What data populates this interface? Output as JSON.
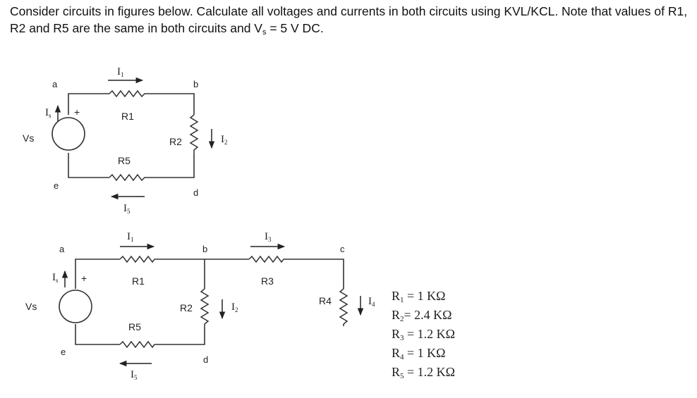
{
  "problem": {
    "text_pre": "Consider circuits in figures below. Calculate all voltages and currents in both circuits using KVL/KCL. Note that values of R1, R2 and R5 are the same in both circuits and V",
    "text_sub": "s",
    "text_post": " = 5 V DC."
  },
  "circuit1": {
    "nodes": {
      "a": "a",
      "b": "b",
      "d": "d",
      "e": "e"
    },
    "source": "Vs",
    "plus": "+",
    "resistors": {
      "r1": "R1",
      "r2": "R2",
      "r5": "R5"
    },
    "currents": {
      "is": {
        "main": "I",
        "sub": "s"
      },
      "i1": {
        "main": "I",
        "sub": "1"
      },
      "i2": {
        "main": "I",
        "sub": "2"
      },
      "i5": {
        "main": "I",
        "sub": "5"
      }
    }
  },
  "circuit2": {
    "nodes": {
      "a": "a",
      "b": "b",
      "c": "c",
      "d": "d",
      "e": "e"
    },
    "source": "Vs",
    "plus": "+",
    "resistors": {
      "r1": "R1",
      "r2": "R2",
      "r3": "R3",
      "r4": "R4",
      "r5": "R5"
    },
    "currents": {
      "is": {
        "main": "I",
        "sub": "s"
      },
      "i1": {
        "main": "I",
        "sub": "1"
      },
      "i2": {
        "main": "I",
        "sub": "2"
      },
      "i3": {
        "main": "I",
        "sub": "3"
      },
      "i4": {
        "main": "I",
        "sub": "4"
      },
      "i5": {
        "main": "I",
        "sub": "5"
      }
    }
  },
  "values": [
    {
      "main": "R",
      "sub": "1",
      "rest": " = 1 KΩ"
    },
    {
      "main": "R",
      "sub": "2",
      "rest": "= 2.4 KΩ"
    },
    {
      "main": "R",
      "sub": "3",
      "rest": " = 1.2 KΩ"
    },
    {
      "main": "R",
      "sub": "4",
      "rest": " = 1 KΩ"
    },
    {
      "main": "R",
      "sub": "5",
      "rest": " = 1.2 KΩ"
    }
  ]
}
